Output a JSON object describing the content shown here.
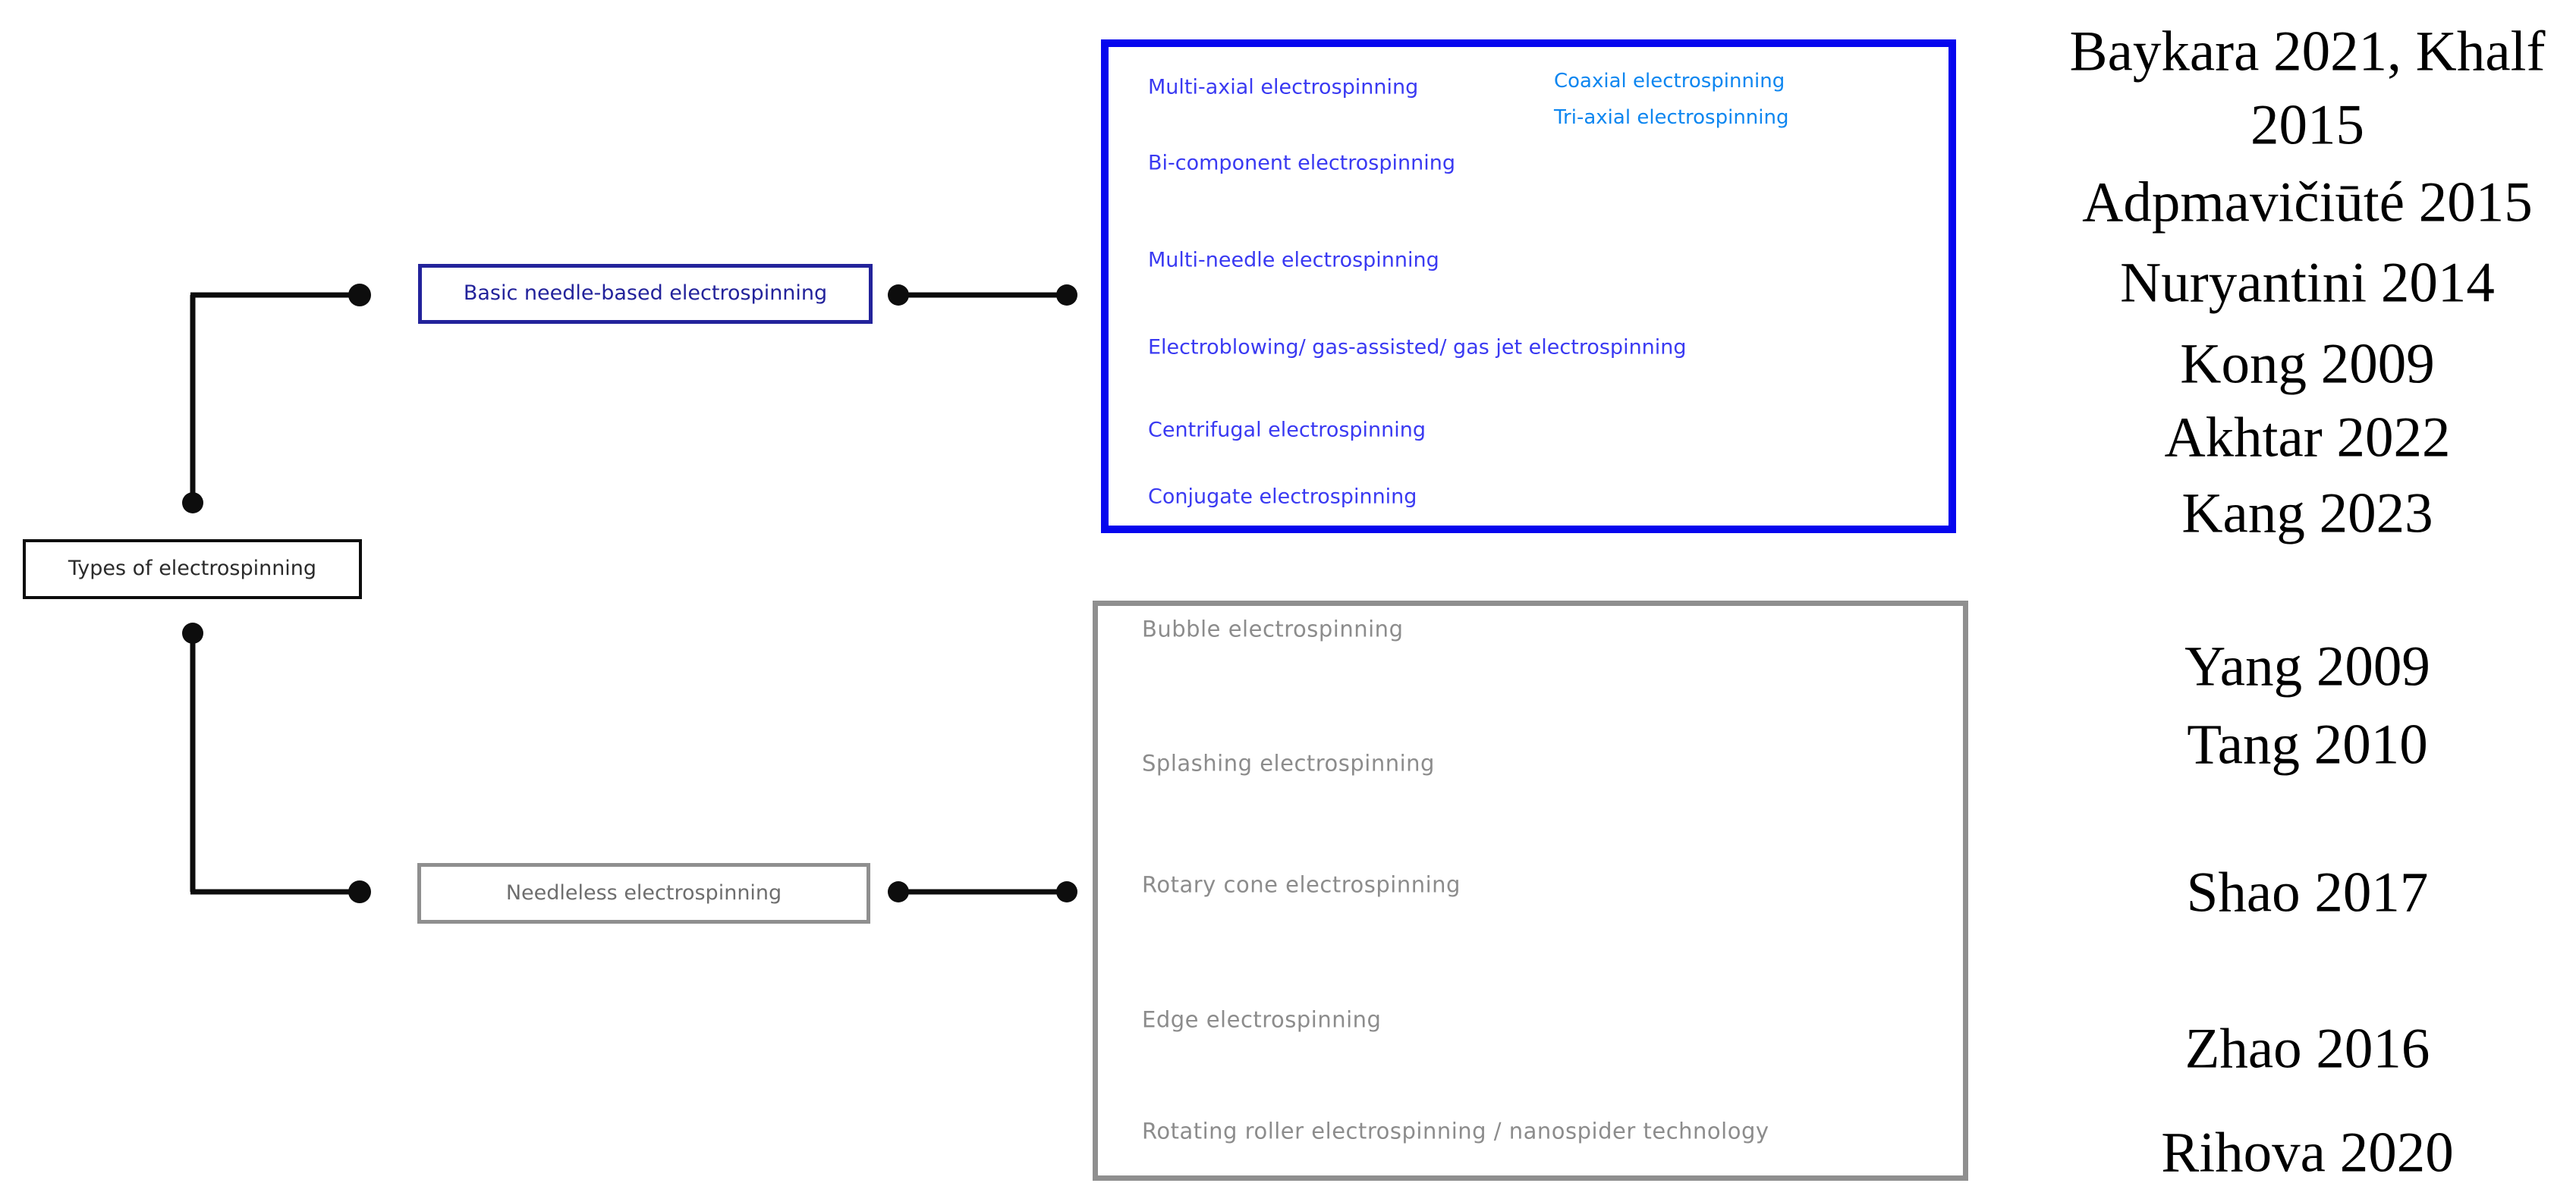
{
  "root": {
    "label": "Types of electrospinning"
  },
  "branches": {
    "basic": {
      "label": "Basic needle-based electrospinning"
    },
    "needleless": {
      "label": "Needleless electrospinning"
    }
  },
  "basic_panel": {
    "items": [
      {
        "label": "Multi-axial electrospinning"
      },
      {
        "label": "Bi-component electrospinning"
      },
      {
        "label": "Multi-needle electrospinning"
      },
      {
        "label": "Electroblowing/ gas-assisted/ gas jet electrospinning"
      },
      {
        "label": "Centrifugal electrospinning"
      },
      {
        "label": "Conjugate electrospinning"
      }
    ],
    "sub_items": [
      {
        "label": "Coaxial electrospinning"
      },
      {
        "label": "Tri-axial electrospinning"
      }
    ]
  },
  "needleless_panel": {
    "items": [
      {
        "label": "Bubble electrospinning"
      },
      {
        "label": "Splashing electrospinning"
      },
      {
        "label": "Rotary cone electrospinning"
      },
      {
        "label": "Edge electrospinning"
      },
      {
        "label": "Rotating roller electrospinning / nanospider technology"
      }
    ]
  },
  "citations": {
    "lines": [
      {
        "text": "Baykara 2021, Khalf"
      },
      {
        "text": "2015"
      },
      {
        "text": "Adpmavičiūté 2015"
      },
      {
        "text": "Nuryantini 2014"
      },
      {
        "text": "Kong 2009"
      },
      {
        "text": "Akhtar 2022"
      },
      {
        "text": "Kang 2023"
      },
      {
        "text": "Yang 2009"
      },
      {
        "text": "Tang 2010"
      },
      {
        "text": "Shao 2017"
      },
      {
        "text": "Zhao 2016"
      },
      {
        "text": "Rihova 2020"
      }
    ]
  },
  "colors": {
    "panel-blue-border": "#0606ee",
    "node-navy": "#23239b",
    "item-blue": "#3a3af2",
    "sub-item-blue": "#0d86f0",
    "panel-gray-border": "#8f8f8f",
    "gray-text": "#8c8c8c",
    "needleless-text": "#6e6e6e",
    "line-black": "#0d0d0d",
    "connector-gray": "#8a8a8a"
  }
}
